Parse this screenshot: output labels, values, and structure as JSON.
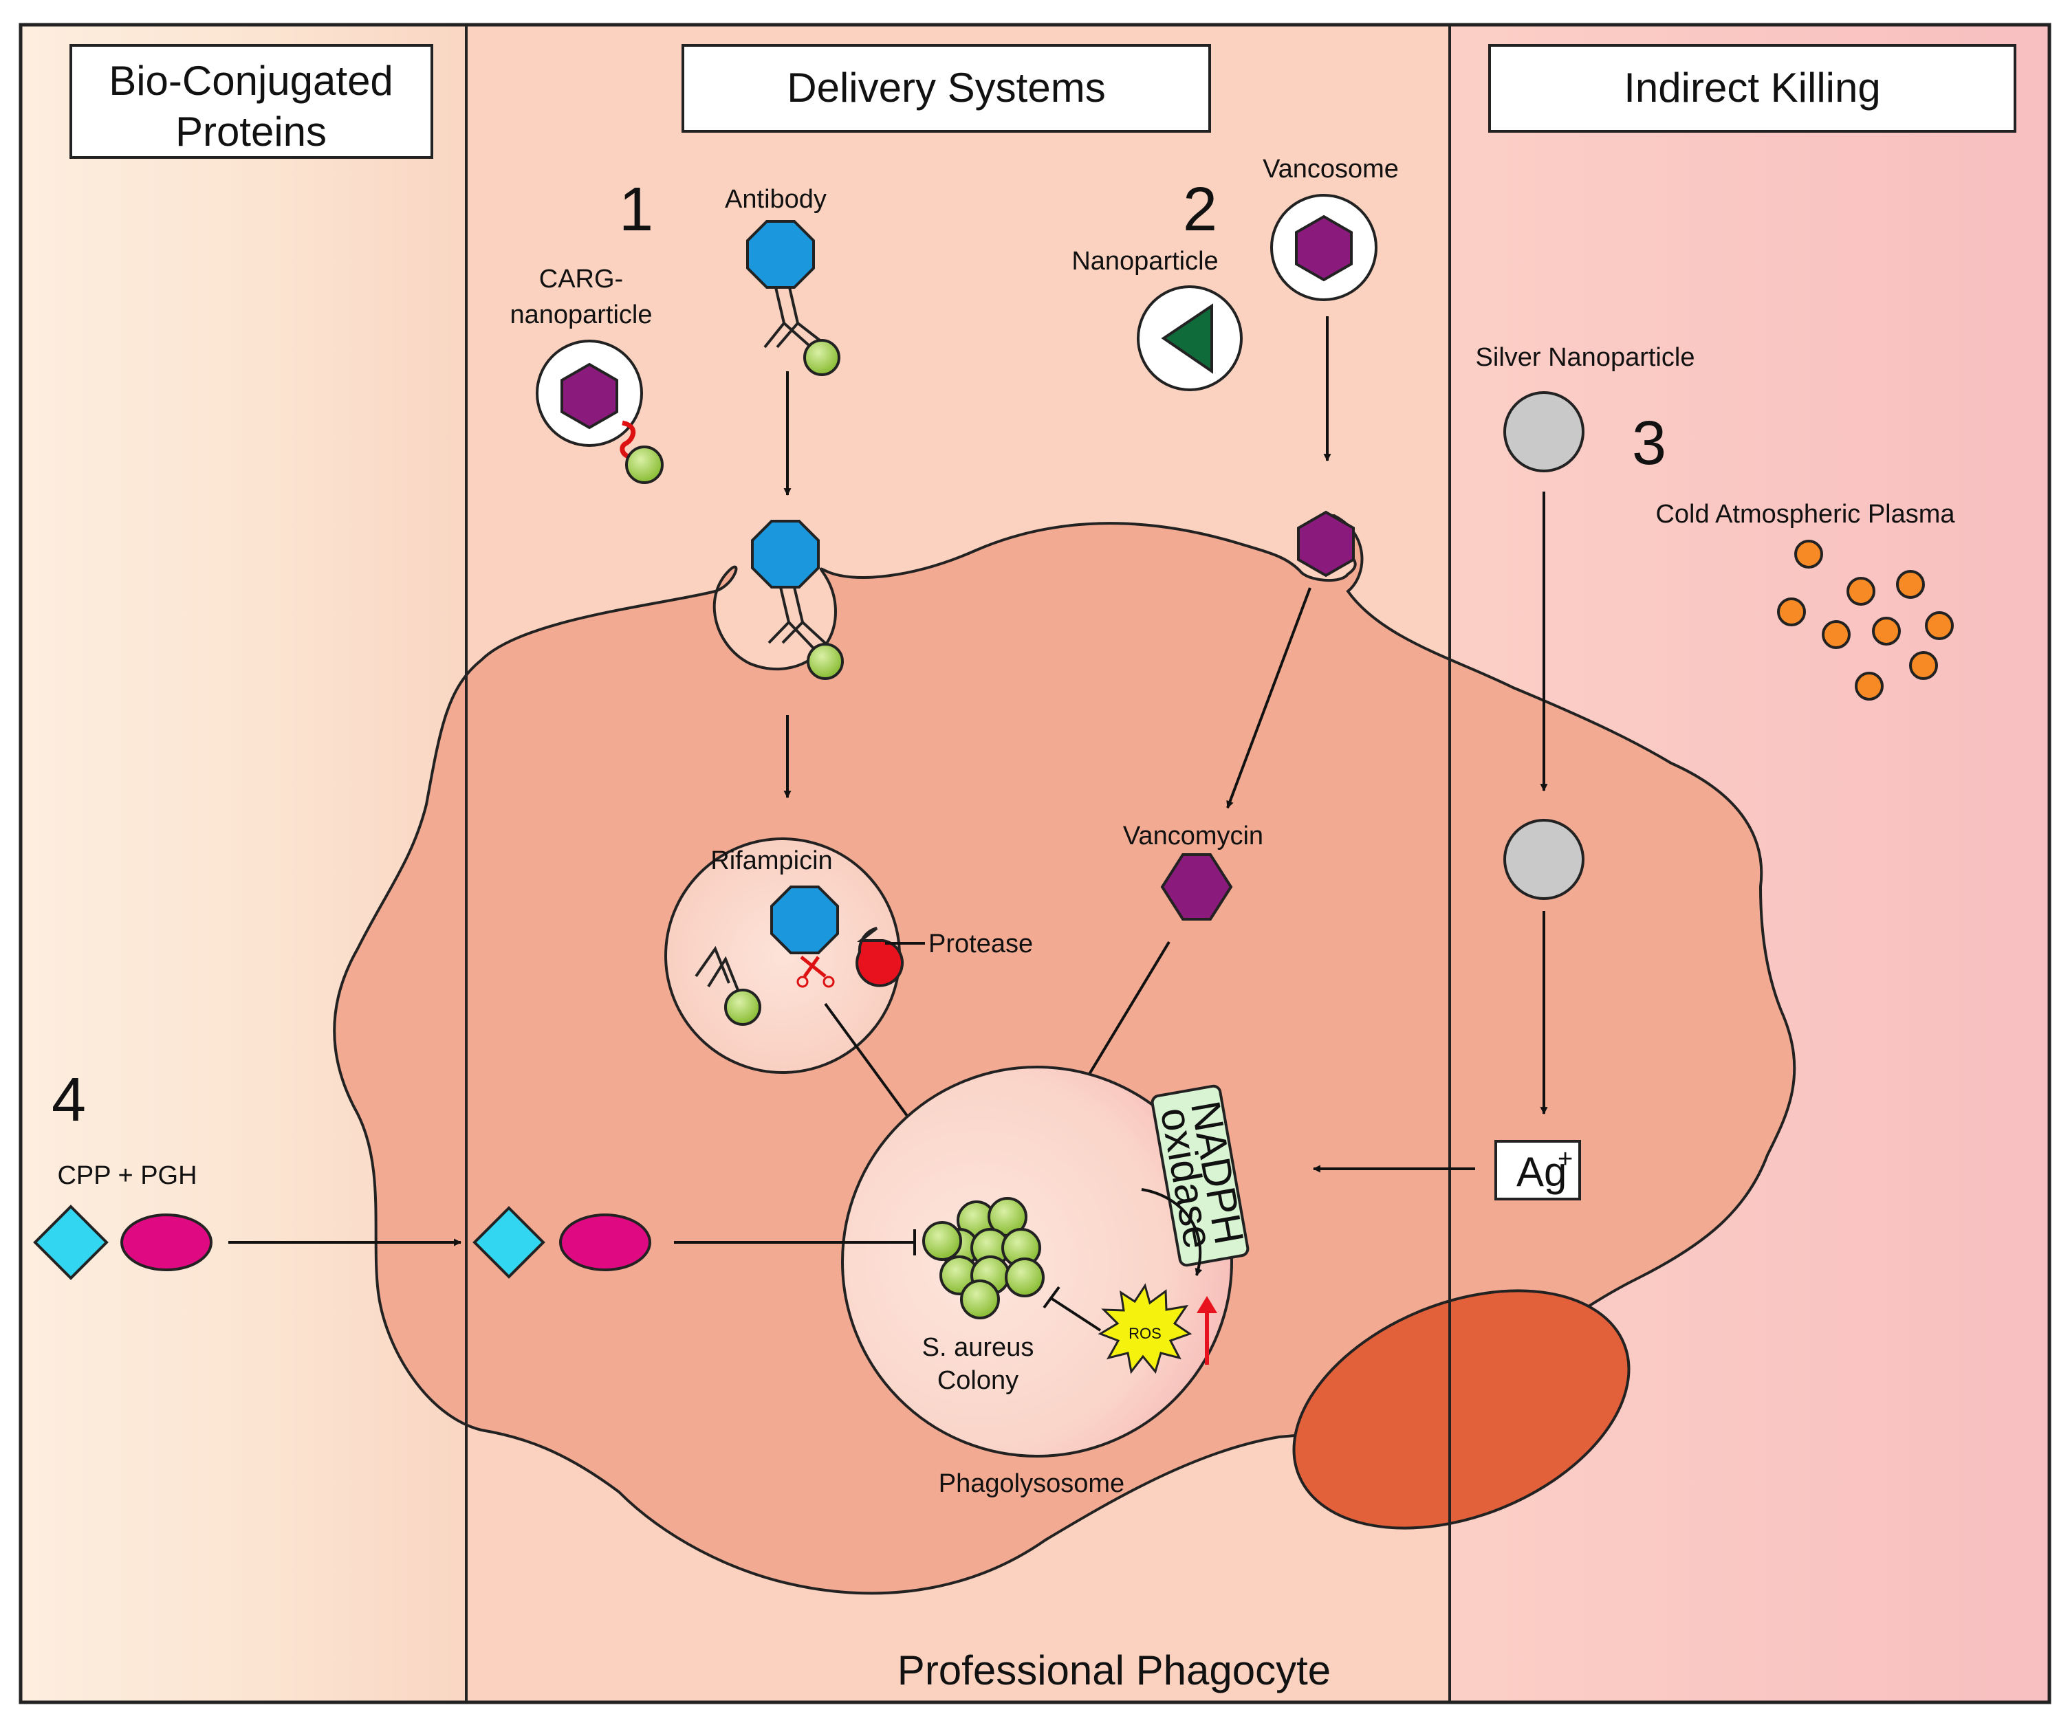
{
  "sections": {
    "bio_conjugated": "Bio-Conjugated",
    "bio_conjugated_line2": "Proteins",
    "delivery_systems": "Delivery Systems",
    "indirect_killing": "Indirect Killing"
  },
  "numbers": {
    "n1": "1",
    "n2": "2",
    "n3": "3",
    "n4": "4"
  },
  "labels": {
    "antibody": "Antibody",
    "carg_line1": "CARG-",
    "carg_line2": "nanoparticle",
    "nanoparticle": "Nanoparticle",
    "vancosome": "Vancosome",
    "silver_nanoparticle": "Silver Nanoparticle",
    "cold_atmospheric_plasma": "Cold Atmospheric Plasma",
    "rifampicin": "Rifampicin",
    "protease": "Protease",
    "vancomycin": "Vancomycin",
    "cpp_pgh": "CPP + PGH",
    "ag": "Ag",
    "ag_charge": "+",
    "nadph_line1": "NADPH",
    "nadph_line2": "oxidase",
    "ros": "ROS",
    "s_aureus_line1": "S. aureus",
    "s_aureus_line2": "Colony",
    "phagolysosome": "Phagolysosome",
    "professional_phagocyte": "Professional Phagocyte"
  },
  "colors": {
    "panel_left": "#fbe0cc",
    "panel_mid": "#fbd3bf",
    "panel_right": "#f9c5c2",
    "cell": "#f3ad93",
    "nucleus": "#e1613b",
    "antibody_blue": "#1b98dd",
    "drug_purple": "#8b1a7d",
    "green_np": "#0f6b3a",
    "bead_green": "#a9d45a",
    "silver": "#c9c9c9",
    "plasma_orange": "#f78a25",
    "cpp_cyan": "#32d6f0",
    "pgh_magenta": "#df0a82",
    "protease_red": "#e8121f",
    "ros_yellow": "#f5f20d",
    "nadph_green": "#d8f4d2"
  }
}
